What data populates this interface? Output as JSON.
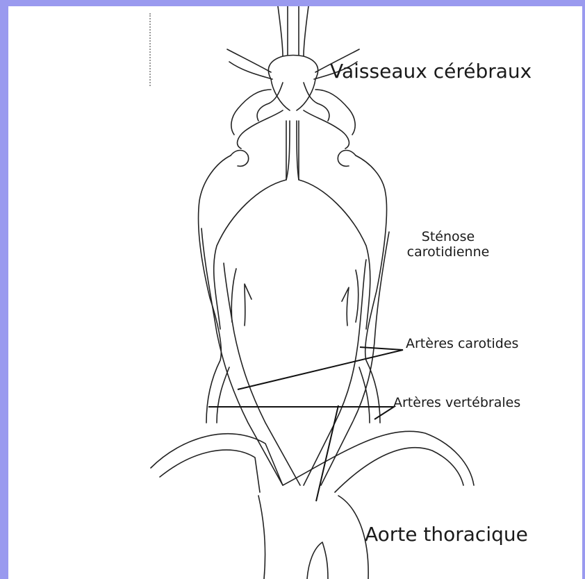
{
  "labels": {
    "cerebral_vessels": "Vaisseaux cérébraux",
    "stenosis_line1": "Sténose",
    "stenosis_line2": "carotidienne",
    "carotid_arteries": "Artères carotides",
    "vertebral_arteries": "Artères vertébrales",
    "thoracic_aorta": "Aorte thoracique"
  },
  "colors": {
    "frame": "#9a9aef",
    "background": "#ffffff",
    "line": "#222222"
  }
}
